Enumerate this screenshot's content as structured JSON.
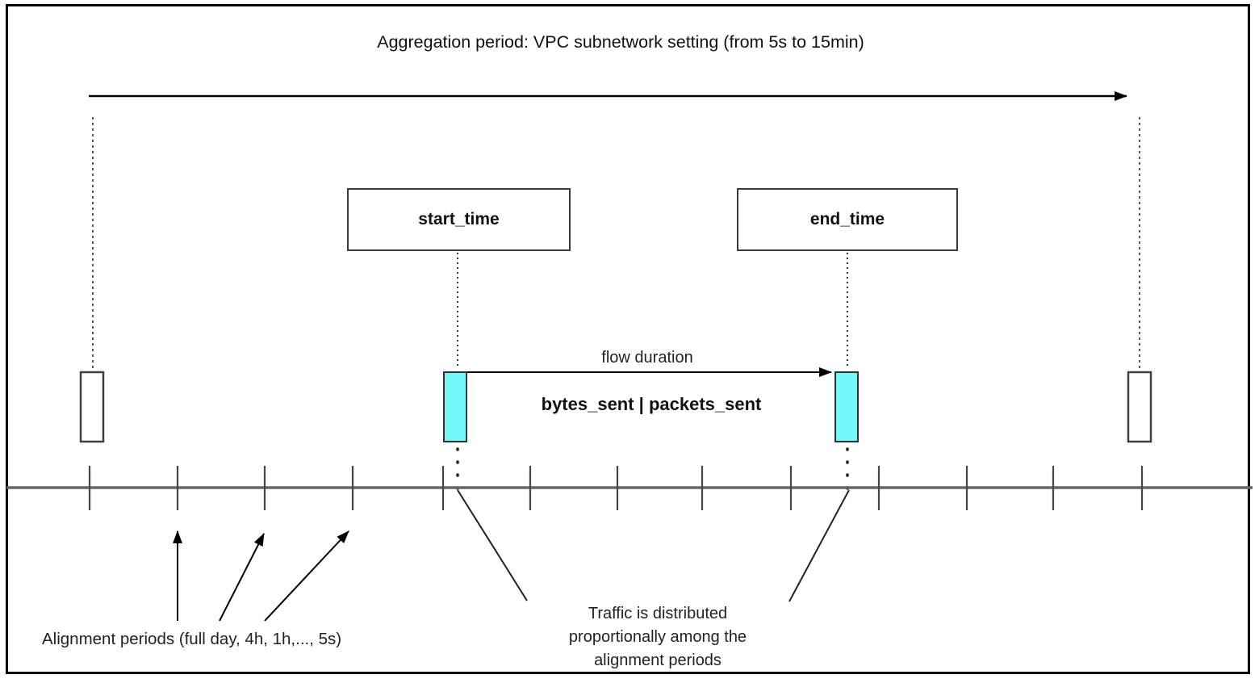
{
  "title": "Aggregation period: VPC subnetwork setting (from 5s to 15min)",
  "events": {
    "start_label": "start_time",
    "end_label": "end_time"
  },
  "flow": {
    "duration_label": "flow duration",
    "metrics_label": "bytes_sent | packets_sent"
  },
  "timeline": {
    "tick_xs": [
      111,
      220,
      328,
      437,
      549,
      657,
      765,
      870,
      980,
      1089,
      1198,
      1305,
      1415
    ],
    "tick_count": 13
  },
  "annotations": {
    "alignment_label": "Alignment periods (full day, 4h, 1h,..., 5s)",
    "traffic_lines": [
      "Traffic is distributed",
      "proportionally among the",
      "alignment periods"
    ]
  },
  "colors": {
    "flow_marker_fill": "#76F8FA",
    "marker_stroke": "#2f2f2f",
    "empty_marker_stroke": "#404040",
    "timeline_line": "#666666",
    "tick_stroke": "#454545",
    "arrow_stroke": "#000000",
    "dashed_guide": "#595959",
    "frame_border": "#000000"
  }
}
